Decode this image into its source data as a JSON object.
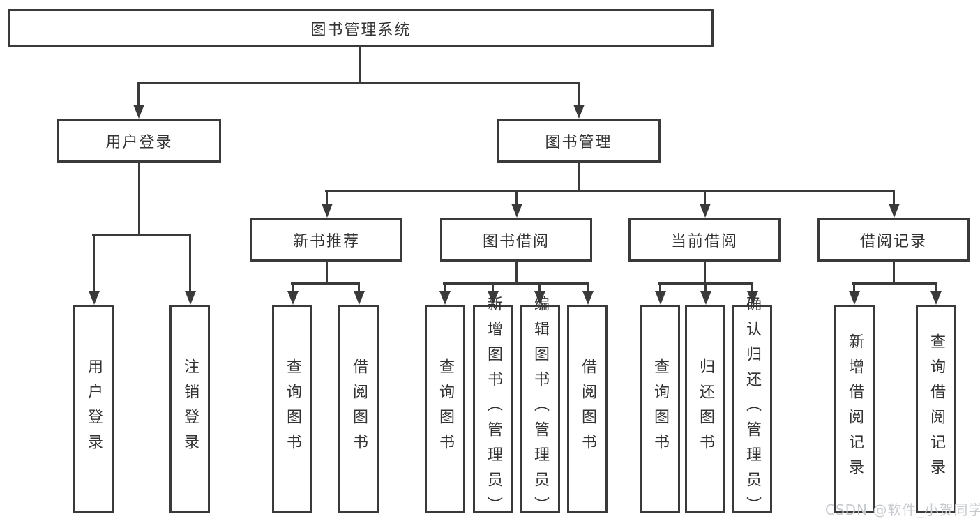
{
  "tree": {
    "label": "图书管理系统",
    "children": [
      {
        "label": "用户登录",
        "children": [
          {
            "label": "用户登录"
          },
          {
            "label": "注销登录"
          }
        ]
      },
      {
        "label": "图书管理",
        "children": [
          {
            "label": "新书推荐",
            "children": [
              {
                "label": "查询图书"
              },
              {
                "label": "借阅图书"
              }
            ]
          },
          {
            "label": "图书借阅",
            "children": [
              {
                "label": "查询图书"
              },
              {
                "label": "新增图书（管理员）"
              },
              {
                "label": "编辑图书（管理员）"
              },
              {
                "label": "借阅图书"
              }
            ]
          },
          {
            "label": "当前借阅",
            "children": [
              {
                "label": "查询图书"
              },
              {
                "label": "归还图书"
              },
              {
                "label": "确认归还（管理员）"
              }
            ]
          },
          {
            "label": "借阅记录",
            "children": [
              {
                "label": "新增借阅记录"
              },
              {
                "label": "查询借阅记录"
              }
            ]
          }
        ]
      }
    ]
  },
  "watermark": {
    "text": "CSDN @软件_小贺同学"
  },
  "colors": {
    "line": "#3a3a3a",
    "text": "#333333",
    "background": "#ffffff",
    "watermark": "#c7cace"
  }
}
